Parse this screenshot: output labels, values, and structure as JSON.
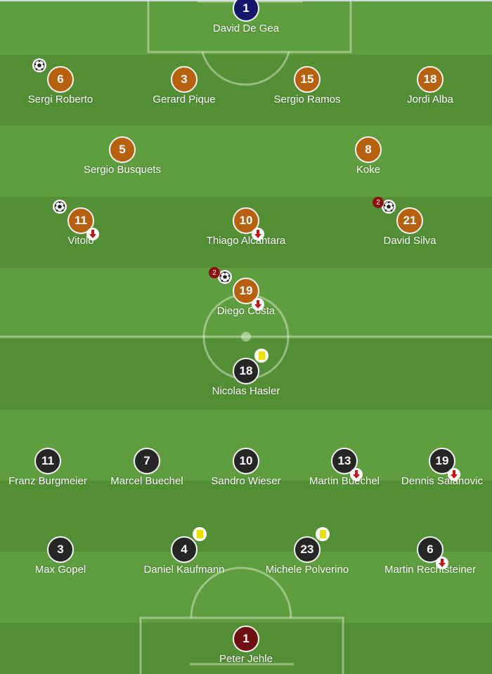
{
  "colors": {
    "pitch": "#5e9e3e",
    "stripe_light": "#5e9e3e",
    "stripe_dark": "#538f35",
    "home_kit": "#b7610f",
    "away_kit": "#262626",
    "home_keeper": "#13186a",
    "away_keeper": "#6e1011",
    "sub_arrow": "#cc1111",
    "yellow_card": "#f0e000",
    "goal_count": "#8d0f10"
  },
  "icons": {
    "substitution": "down-arrow-icon",
    "goal": "soccer-ball-icon",
    "booking": "yellow-card-icon"
  },
  "players": [
    {
      "key": "de-gea",
      "number": "1",
      "name": "David De Gea",
      "kit": "navy"
    },
    {
      "key": "sergi-roberto",
      "number": "6",
      "name": "Sergi Roberto",
      "kit": "orange",
      "goals": 1
    },
    {
      "key": "pique",
      "number": "3",
      "name": "Gerard Pique",
      "kit": "orange"
    },
    {
      "key": "ramos",
      "number": "15",
      "name": "Sergio Ramos",
      "kit": "orange"
    },
    {
      "key": "alba",
      "number": "18",
      "name": "Jordi Alba",
      "kit": "orange"
    },
    {
      "key": "busquets",
      "number": "5",
      "name": "Sergio Busquets",
      "kit": "orange"
    },
    {
      "key": "koke",
      "number": "8",
      "name": "Koke",
      "kit": "orange"
    },
    {
      "key": "vitolo",
      "number": "11",
      "name": "Vitolo",
      "kit": "orange",
      "goals": 1,
      "subbed": true
    },
    {
      "key": "thiago",
      "number": "10",
      "name": "Thiago Alcantara",
      "kit": "orange",
      "subbed": true
    },
    {
      "key": "silva",
      "number": "21",
      "name": "David Silva",
      "kit": "orange",
      "goals": 2,
      "goal_count": "2"
    },
    {
      "key": "costa",
      "number": "19",
      "name": "Diego Costa",
      "kit": "orange",
      "goals": 2,
      "goal_count": "2",
      "subbed": true
    },
    {
      "key": "hasler",
      "number": "18",
      "name": "Nicolas Hasler",
      "kit": "dark",
      "yellow": true
    },
    {
      "key": "burgmeier",
      "number": "11",
      "name": "Franz Burgmeier",
      "kit": "dark"
    },
    {
      "key": "m-buechel",
      "number": "7",
      "name": "Marcel Buechel",
      "kit": "dark"
    },
    {
      "key": "wieser",
      "number": "10",
      "name": "Sandro Wieser",
      "kit": "dark"
    },
    {
      "key": "martin-buechel",
      "number": "13",
      "name": "Martin Buechel",
      "kit": "dark",
      "subbed": true
    },
    {
      "key": "salanovic",
      "number": "19",
      "name": "Dennis Salanovic",
      "kit": "dark",
      "subbed": true
    },
    {
      "key": "gopel",
      "number": "3",
      "name": "Max Gopel",
      "kit": "dark"
    },
    {
      "key": "kaufmann",
      "number": "4",
      "name": "Daniel Kaufmann",
      "kit": "dark",
      "yellow": true
    },
    {
      "key": "polverino",
      "number": "23",
      "name": "Michele Polverino",
      "kit": "dark",
      "yellow": true
    },
    {
      "key": "rechtsteiner",
      "number": "6",
      "name": "Martin Rechtsteiner",
      "kit": "dark",
      "subbed": true
    },
    {
      "key": "jehle",
      "number": "1",
      "name": "Peter Jehle",
      "kit": "maroon"
    }
  ]
}
